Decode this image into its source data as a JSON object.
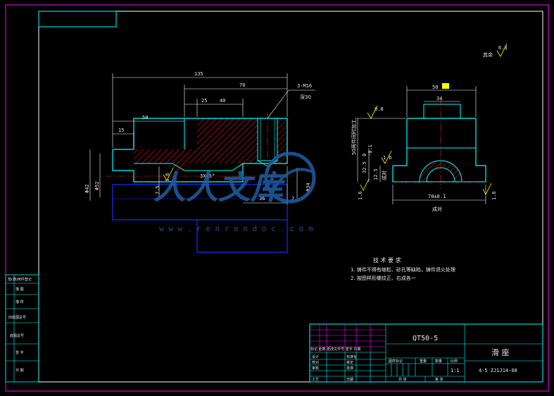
{
  "colors": {
    "border": "#ff00ff",
    "outline": "#00ffff",
    "dimension": "#ffffff",
    "hatch": "#ff2020",
    "hidden": "#1a2cff",
    "note": "#ffff00",
    "watermark": "#1e5fa0"
  },
  "front_view": {
    "dims": {
      "overall": "135",
      "top_span": "70",
      "d25": "25",
      "d40": "40",
      "d50": "50",
      "d15": "15",
      "d36": "36",
      "d2": "2",
      "holes_line1": "3-M16",
      "holes_line2": "深30",
      "chamfer": "3X45°",
      "d7": "7.5",
      "d42": "Φ42",
      "d52": "Φ52",
      "d34": "Φ34",
      "d16": "1.6"
    }
  },
  "side_view": {
    "dims": {
      "width50": "50",
      "top_width": "34",
      "height_note": "50两件同时加工",
      "d32": "32.5",
      "d12": "12.5",
      "tol_top": "0",
      "tol_bot": "-0.1",
      "base": "70±0.1",
      "pair": "成对",
      "pair_left": "成对",
      "rough_a": "0.8",
      "rough_b": "1.6",
      "rough_c": "1.6",
      "rough_d": "1.6"
    }
  },
  "surface_note": {
    "label": "其余",
    "value": "6.3"
  },
  "tech_req": {
    "title": "技 术 要 求",
    "line1": "1. 铸件不得有缩松、砂孔等缺陷，铸件退火处理",
    "line2": "2. 按图样形螺纹正、右成各一"
  },
  "watermark": {
    "chars": "人人文库",
    "url": "w w w . r e n r e n d o c . c o m"
  },
  "title_block": {
    "material": "QT50-5",
    "part_name": "滑 座",
    "drawing_no": "4-5 ZJ1J14-08",
    "scale_head": "比例",
    "scale": "1:1",
    "weight_head": "重量",
    "qty_head": "数量",
    "mark_head": "图样标记",
    "sheet_total": "共 张",
    "sheet_no": "第 张",
    "rev_row": "标记  处数  更改文件号  签字  日期",
    "roles": [
      "设计",
      "校对",
      "审核",
      "工艺"
    ],
    "roles2": [
      "标准化",
      "审定",
      "批准",
      "日期"
    ]
  },
  "side_table": {
    "rows": [
      "借(通)用件登记",
      "描 图",
      "描 校",
      "旧底图总号",
      "底图总号",
      "签 字",
      "日 期"
    ]
  }
}
